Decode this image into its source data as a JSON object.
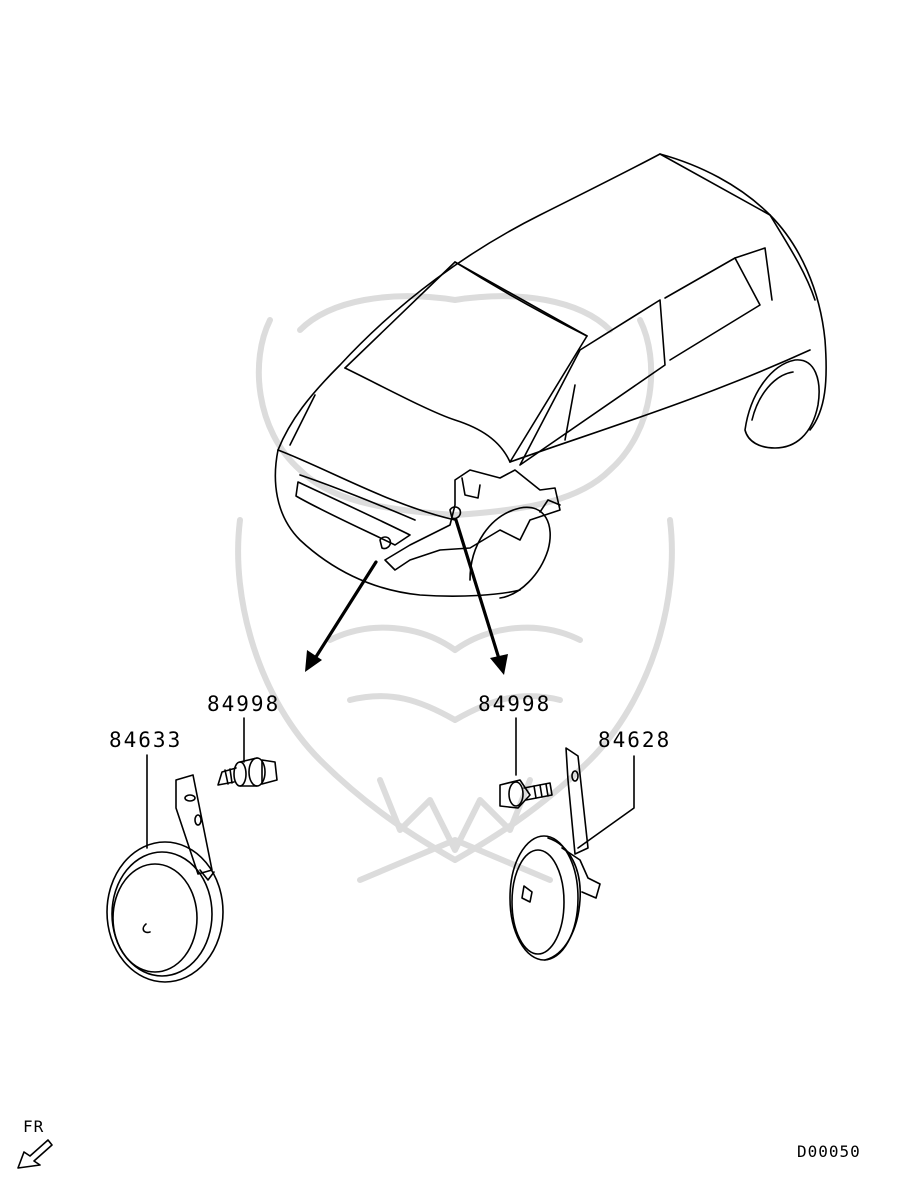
{
  "parts": {
    "bolt_left": "84998",
    "bolt_right": "84998",
    "horn_low": "84633",
    "horn_high": "84628"
  },
  "direction_marker": "FR",
  "diagram_code": "D00050",
  "colors": {
    "line": "#000000",
    "watermark": "#dcdcdc",
    "background": "#ffffff"
  }
}
